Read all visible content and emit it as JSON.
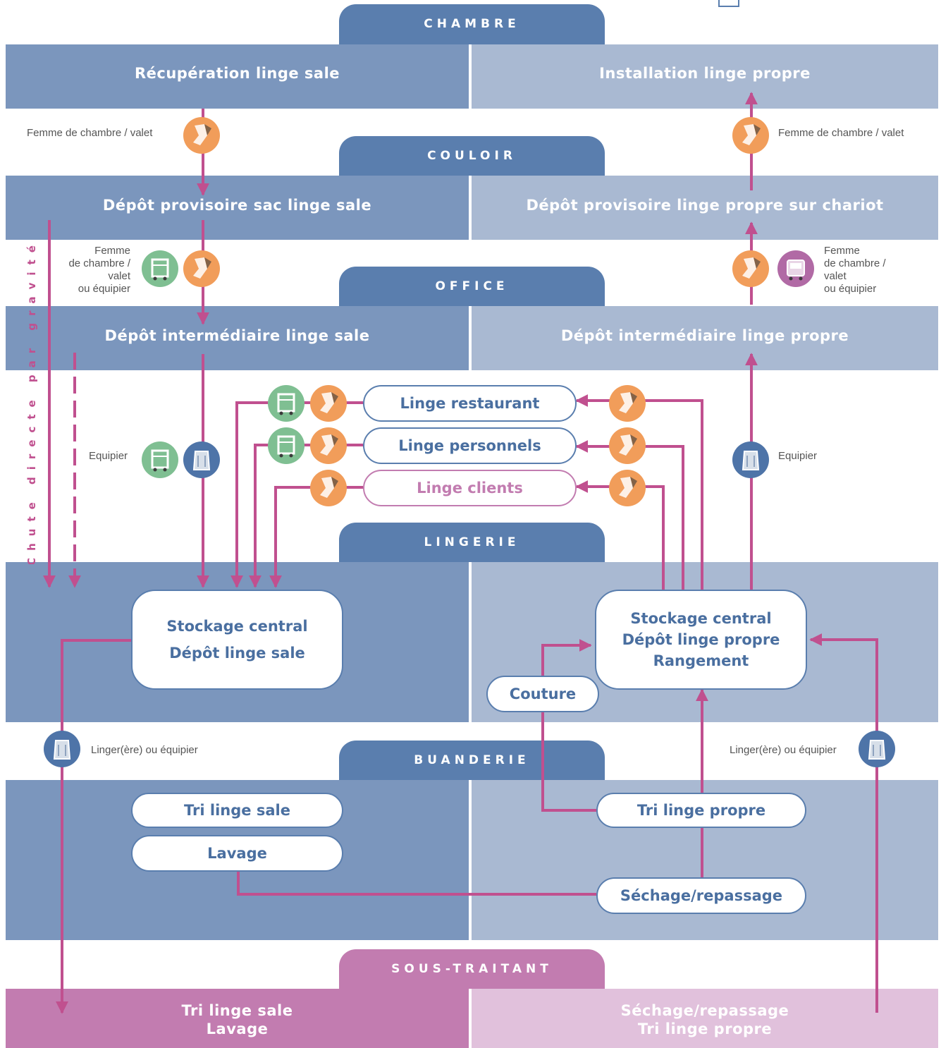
{
  "sections": {
    "chambre": "CHAMBRE",
    "couloir": "COULOIR",
    "office": "OFFICE",
    "lingerie": "LINGERIE",
    "buanderie": "BUANDERIE",
    "sous_traitant": "SOUS-TRAITANT"
  },
  "bands": {
    "chambre_left": "Récupération linge sale",
    "chambre_right": "Installation linge propre",
    "couloir_left": "Dépôt provisoire sac linge sale",
    "couloir_right": "Dépôt provisoire linge propre sur chariot",
    "office_left": "Dépôt intermédiaire linge sale",
    "office_right": "Dépôt intermédiaire linge propre",
    "st_left_1": "Tri linge sale",
    "st_left_2": "Lavage",
    "st_right_1": "Séchage/repassage",
    "st_right_2": "Tri linge propre"
  },
  "pills": {
    "restaurant": "Linge restaurant",
    "personnels": "Linge personnels",
    "clients": "Linge clients",
    "couture": "Couture",
    "tri_sale": "Tri linge sale",
    "lavage": "Lavage",
    "tri_propre": "Tri linge propre",
    "sechage": "Séchage/repassage"
  },
  "boxes": {
    "sale_1": "Stockage central",
    "sale_2": "Dépôt linge sale",
    "propre_1": "Stockage central",
    "propre_2": "Dépôt linge propre",
    "propre_3": "Rangement"
  },
  "notes": {
    "femme_left": "Femme de chambre / valet",
    "femme_right": "Femme de chambre / valet",
    "femme_equipier_left": [
      "Femme",
      "de chambre /",
      "valet",
      "ou équipier"
    ],
    "femme_equipier_right": [
      "Femme",
      "de chambre /",
      "valet",
      "ou équipier"
    ],
    "equipier_left": "Equipier",
    "equipier_right": "Equipier",
    "linger_left": "Linger(ère) ou équipier",
    "linger_right": "Linger(ère) ou équipier",
    "vertical": "Chute directe par gravité"
  },
  "icons": [
    "hand-icon",
    "cart-icon",
    "bag-icon",
    "laundry-cart-icon"
  ],
  "colors": {
    "dark_band": "#7b96bd",
    "light_band": "#a9b9d2",
    "tab": "#5a7eae",
    "arrow": "#c0508f",
    "subcontractor_dark": "#c27cb0",
    "subcontractor_light": "#e1c1dc"
  }
}
